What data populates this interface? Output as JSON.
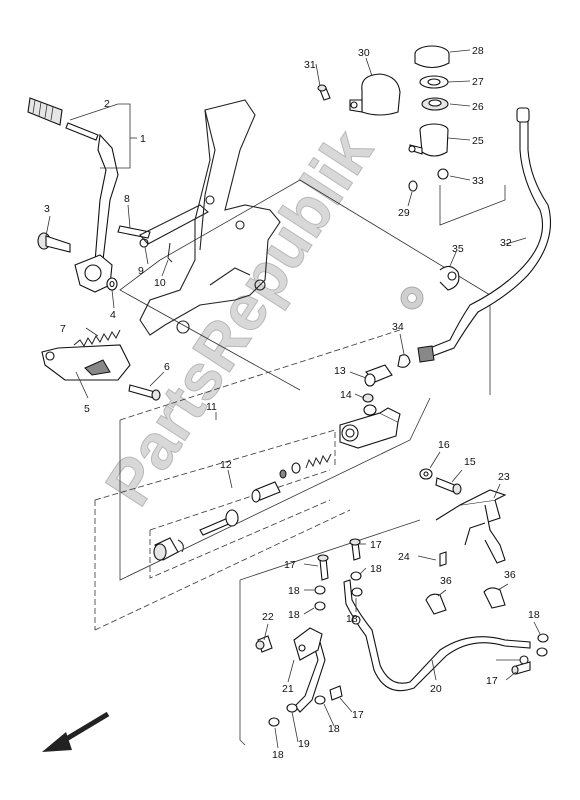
{
  "watermark": "PartsRepublik",
  "callouts": [
    "1",
    "2",
    "3",
    "4",
    "5",
    "6",
    "7",
    "8",
    "9",
    "10",
    "11",
    "12",
    "13",
    "14",
    "15",
    "16",
    "17",
    "17",
    "17",
    "17",
    "18",
    "18",
    "18",
    "18",
    "18",
    "18",
    "18",
    "19",
    "20",
    "21",
    "22",
    "23",
    "24",
    "25",
    "26",
    "27",
    "28",
    "29",
    "30",
    "31",
    "32",
    "33",
    "34",
    "35",
    "36",
    "36"
  ],
  "icons": {
    "watermark_gear": "gear-icon",
    "direction": "arrow-front-icon"
  }
}
